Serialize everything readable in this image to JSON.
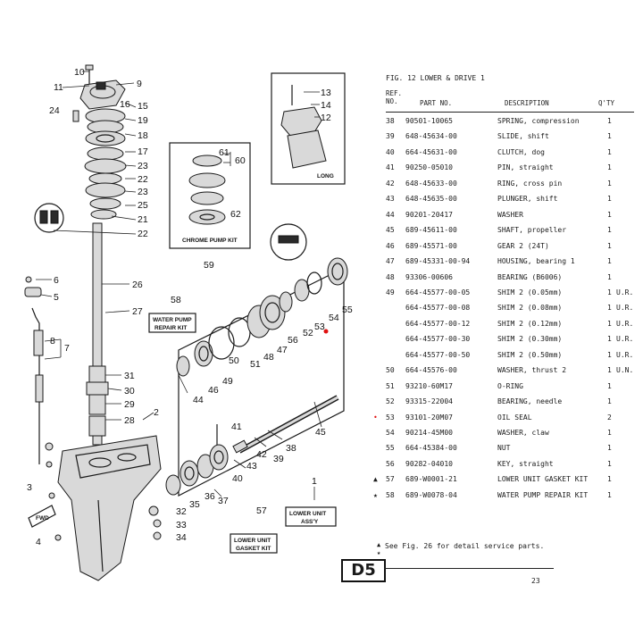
{
  "figure": {
    "title": "FIG. 12  LOWER & DRIVE 1",
    "page_code": "D5",
    "page_number": "23",
    "see_note": "See Fig. 26 for detail service parts."
  },
  "table": {
    "headers": {
      "ref_no": "REF. NO.",
      "part_no": "PART NO.",
      "description": "DESCRIPTION",
      "qty": "Q'TY"
    },
    "rows": [
      {
        "mark": "",
        "ref": "38",
        "part": "90501-10065",
        "desc": "SPRING, compression",
        "qty": "1",
        "note": ""
      },
      {
        "mark": "",
        "ref": "39",
        "part": "648-45634-00",
        "desc": "SLIDE, shift",
        "qty": "1",
        "note": ""
      },
      {
        "mark": "",
        "ref": "40",
        "part": "664-45631-00",
        "desc": "CLUTCH, dog",
        "qty": "1",
        "note": ""
      },
      {
        "mark": "",
        "ref": "41",
        "part": "90250-05010",
        "desc": "PIN, straight",
        "qty": "1",
        "note": ""
      },
      {
        "mark": "",
        "ref": "42",
        "part": "648-45633-00",
        "desc": "RING, cross pin",
        "qty": "1",
        "note": ""
      },
      {
        "mark": "",
        "ref": "43",
        "part": "648-45635-00",
        "desc": "PLUNGER, shift",
        "qty": "1",
        "note": ""
      },
      {
        "mark": "",
        "ref": "44",
        "part": "90201-20417",
        "desc": "WASHER",
        "qty": "1",
        "note": ""
      },
      {
        "mark": "",
        "ref": "45",
        "part": "689-45611-00",
        "desc": "SHAFT, propeller",
        "qty": "1",
        "note": ""
      },
      {
        "mark": "",
        "ref": "46",
        "part": "689-45571-00",
        "desc": "GEAR 2 (24T)",
        "qty": "1",
        "note": ""
      },
      {
        "mark": "",
        "ref": "47",
        "part": "689-45331-00-94",
        "desc": "HOUSING, bearing 1",
        "qty": "1",
        "note": ""
      },
      {
        "mark": "",
        "ref": "48",
        "part": "93306-00606",
        "desc": "BEARING (B6006)",
        "qty": "1",
        "note": ""
      },
      {
        "mark": "",
        "ref": "49",
        "part": "664-45577-00-05",
        "desc": "SHIM 2 (0.05mm)",
        "qty": "1",
        "note": "U.R."
      },
      {
        "mark": "",
        "ref": "",
        "part": "664-45577-00-08",
        "desc": "SHIM 2 (0.08mm)",
        "qty": "1",
        "note": "U.R."
      },
      {
        "mark": "",
        "ref": "",
        "part": "664-45577-00-12",
        "desc": "SHIM 2 (0.12mm)",
        "qty": "1",
        "note": "U.R."
      },
      {
        "mark": "",
        "ref": "",
        "part": "664-45577-00-30",
        "desc": "SHIM 2 (0.30mm)",
        "qty": "1",
        "note": "U.R."
      },
      {
        "mark": "",
        "ref": "",
        "part": "664-45577-00-50",
        "desc": "SHIM 2 (0.50mm)",
        "qty": "1",
        "note": "U.R."
      },
      {
        "mark": "",
        "ref": "50",
        "part": "664-45576-00",
        "desc": "WASHER, thrust 2",
        "qty": "1",
        "note": "U.N."
      },
      {
        "mark": "",
        "ref": "51",
        "part": "93210-60M17",
        "desc": "O-RING",
        "qty": "1",
        "note": ""
      },
      {
        "mark": "",
        "ref": "52",
        "part": "93315-22004",
        "desc": "BEARING, needle",
        "qty": "1",
        "note": ""
      },
      {
        "mark": "•",
        "ref": "53",
        "part": "93101-20M07",
        "desc": "OIL SEAL",
        "qty": "2",
        "note": ""
      },
      {
        "mark": "",
        "ref": "54",
        "part": "90214-45M00",
        "desc": "WASHER, claw",
        "qty": "1",
        "note": ""
      },
      {
        "mark": "",
        "ref": "55",
        "part": "664-45384-00",
        "desc": "NUT",
        "qty": "1",
        "note": ""
      },
      {
        "mark": "",
        "ref": "56",
        "part": "90282-04010",
        "desc": "KEY, straight",
        "qty": "1",
        "note": ""
      },
      {
        "mark": "▲",
        "ref": "57",
        "part": "689-W0001-21",
        "desc": "LOWER UNIT GASKET KIT",
        "qty": "1",
        "note": ""
      },
      {
        "mark": "★",
        "ref": "58",
        "part": "689-W0078-04",
        "desc": "WATER PUMP REPAIR KIT",
        "qty": "1",
        "note": ""
      }
    ]
  },
  "diagram": {
    "boxes": {
      "chrome_pump_kit": "CHROME PUMP KIT",
      "long": "LONG",
      "water_pump": "WATER PUMP",
      "repair_kit": "REPAIR KIT",
      "lower_unit_1": "LOWER UNIT",
      "lower_unit_2": "ASS'Y",
      "gasket_1": "LOWER UNIT",
      "gasket_2": "GASKET KIT",
      "fwd": "FWD"
    },
    "callouts": [
      "10",
      "11",
      "9",
      "15",
      "24",
      "16",
      "19",
      "18",
      "17",
      "23",
      "22",
      "23",
      "25",
      "21",
      "22",
      "61",
      "60",
      "62",
      "59",
      "13",
      "14",
      "12",
      "6",
      "5",
      "26",
      "58",
      "27",
      "8",
      "7",
      "31",
      "30",
      "29",
      "28",
      "2",
      "3",
      "4",
      "1",
      "32",
      "33",
      "34",
      "35",
      "36",
      "37",
      "40",
      "41",
      "43",
      "42",
      "39",
      "38",
      "45",
      "44",
      "46",
      "49",
      "51",
      "48",
      "47",
      "56",
      "52",
      "53",
      "54",
      "55",
      "50",
      "57"
    ]
  },
  "colors": {
    "ink": "#1a1a1a",
    "highlight": "#e01010"
  }
}
